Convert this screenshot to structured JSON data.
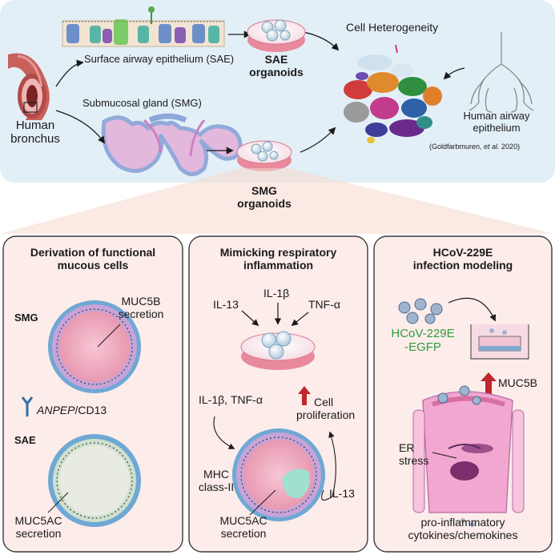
{
  "top": {
    "bronchus_label": [
      "Human",
      "bronchus"
    ],
    "sae_label": "Surface airway epithelium (SAE)",
    "smg_label": "Submucosal gland (SMG)",
    "sae_organoids": [
      "SAE",
      "organoids"
    ],
    "smg_organoids": [
      "SMG",
      "organoids"
    ],
    "heterogeneity": "Cell Heterogeneity",
    "airway": [
      "Human airway",
      "epithelium"
    ],
    "citation_pre": "(Goldfarbmuren, ",
    "citation_etal": "et al.",
    "citation_post": " 2020)"
  },
  "panels": [
    {
      "title": [
        "Derivation of functional",
        "mucous cells"
      ],
      "smg": "SMG",
      "muc5b": [
        "MUC5B",
        "secretion"
      ],
      "anpep_gene": "ANPEP",
      "anpep_rest": "/CD13",
      "sae": "SAE",
      "muc5ac": [
        "MUC5AC",
        "secretion"
      ]
    },
    {
      "title": [
        "Mimicking respiratory",
        "inflammation"
      ],
      "il13": "IL-13",
      "il1b": "IL-1β",
      "tnfa": "TNF-α",
      "il1b_tnfa": "IL-1β, TNF-α",
      "cell_prolif": [
        "Cell",
        "proliferation"
      ],
      "mhc": [
        "MHC",
        "class-II"
      ],
      "il13_loop": "IL-13",
      "muc5ac": [
        "MUC5AC",
        "secretion"
      ]
    },
    {
      "title": [
        "HCoV-229E",
        "infection modeling"
      ],
      "virus": [
        "HCoV-229E",
        "-EGFP"
      ],
      "muc5b": "MUC5B",
      "er_stress": [
        "ER",
        "stress"
      ],
      "cytokines": [
        "pro-inflammatory",
        "cytokines/chemokines"
      ]
    }
  ],
  "colors": {
    "top_bg": "#e3eff7",
    "panel_bg": "#fcecea",
    "dish": "#e9899c",
    "organoid": "#f3a7c0",
    "arrow_up": "#c0262d",
    "virus_text": "#2e9e3a"
  }
}
